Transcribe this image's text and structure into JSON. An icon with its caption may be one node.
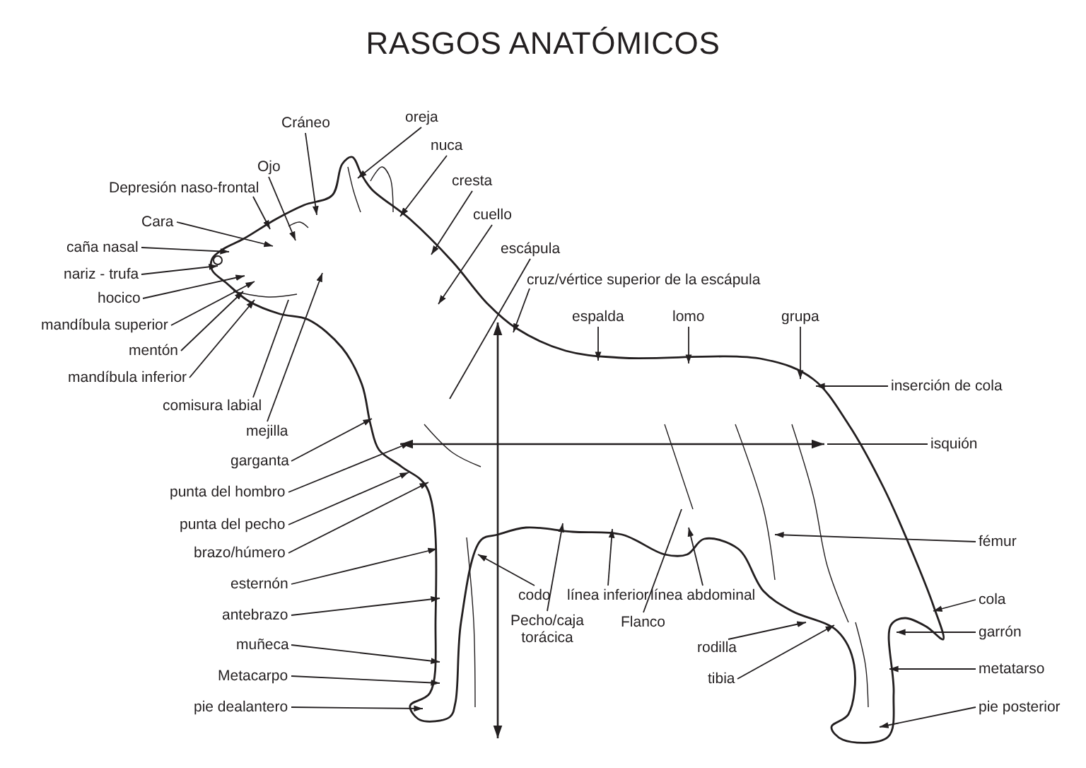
{
  "diagram": {
    "title": "RASGOS ANATÓMICOS",
    "nodes": [
      {
        "text": [
          "Cráneo"
        ]
      },
      {
        "text": [
          "oreja"
        ]
      },
      {
        "text": [
          "Ojo"
        ]
      },
      {
        "text": [
          "nuca"
        ]
      },
      {
        "text": [
          "Depresión naso-frontal"
        ]
      },
      {
        "text": [
          "cresta"
        ]
      },
      {
        "text": [
          "Cara"
        ]
      },
      {
        "text": [
          "cuello"
        ]
      },
      {
        "text": [
          "caña nasal"
        ]
      },
      {
        "text": [
          "escápula"
        ]
      },
      {
        "text": [
          "nariz - trufa"
        ]
      },
      {
        "text": [
          "hocico"
        ]
      },
      {
        "text": [
          "cruz/vértice superior de la escápula"
        ]
      },
      {
        "text": [
          "espalda"
        ]
      },
      {
        "text": [
          "lomo"
        ]
      },
      {
        "text": [
          "grupa"
        ]
      },
      {
        "text": [
          "mandíbula superior"
        ]
      },
      {
        "text": [
          "mentón"
        ]
      },
      {
        "text": [
          "mandíbula inferior"
        ]
      },
      {
        "text": [
          "inserción de cola"
        ]
      },
      {
        "text": [
          "comisura labial"
        ]
      },
      {
        "text": [
          "mejilla"
        ]
      },
      {
        "text": [
          "isquión"
        ]
      },
      {
        "text": [
          "garganta"
        ]
      },
      {
        "text": [
          "punta del hombro"
        ]
      },
      {
        "text": [
          "punta del pecho"
        ]
      },
      {
        "text": [
          "fémur"
        ]
      },
      {
        "text": [
          "brazo/húmero"
        ]
      },
      {
        "text": [
          "esternón"
        ]
      },
      {
        "text": [
          "codo"
        ]
      },
      {
        "text": [
          "línea inferior"
        ]
      },
      {
        "text": [
          "línea abdominal"
        ]
      },
      {
        "text": [
          "cola"
        ]
      },
      {
        "text": [
          "antebrazo"
        ]
      },
      {
        "text": [
          "Pecho/caja torácica"
        ]
      },
      {
        "text": [
          "Flanco"
        ]
      },
      {
        "text": [
          "garrón"
        ]
      },
      {
        "text": [
          "muñeca"
        ]
      },
      {
        "text": [
          "rodilla"
        ]
      },
      {
        "text": [
          "Metacarpo"
        ]
      },
      {
        "text": [
          "metatarso"
        ]
      },
      {
        "text": [
          "tibia"
        ]
      },
      {
        "text": [
          "pie dealantero"
        ]
      },
      {
        "text": [
          "pie posterior"
        ]
      }
    ],
    "edges": [
      {
        "from": 0,
        "to": null,
        "arrow": "to"
      },
      {
        "from": 1,
        "to": null,
        "arrow": "to"
      },
      {
        "from": 2,
        "to": null,
        "arrow": "to"
      },
      {
        "from": 3,
        "to": null,
        "arrow": "to"
      },
      {
        "from": 4,
        "to": null,
        "arrow": "to"
      },
      {
        "from": 5,
        "to": null,
        "arrow": "to"
      },
      {
        "from": 6,
        "to": null,
        "arrow": "to"
      },
      {
        "from": 7,
        "to": null,
        "arrow": "to"
      },
      {
        "from": 8,
        "to": null,
        "arrow": "to"
      },
      {
        "from": 9,
        "to": null,
        "arrow": "none"
      },
      {
        "from": 10,
        "to": null,
        "arrow": "to"
      },
      {
        "from": 11,
        "to": null,
        "arrow": "to"
      },
      {
        "from": 12,
        "to": null,
        "arrow": "to"
      },
      {
        "from": 13,
        "to": null,
        "arrow": "to"
      },
      {
        "from": 14,
        "to": null,
        "arrow": "to"
      },
      {
        "from": 15,
        "to": null,
        "arrow": "to"
      },
      {
        "from": 16,
        "to": null,
        "arrow": "to"
      },
      {
        "from": 17,
        "to": null,
        "arrow": "to"
      },
      {
        "from": 18,
        "to": null,
        "arrow": "to"
      },
      {
        "from": 19,
        "to": null,
        "arrow": "to"
      },
      {
        "from": 20,
        "to": null,
        "arrow": "none"
      },
      {
        "from": 21,
        "to": null,
        "arrow": "to"
      },
      {
        "from": 22,
        "to": null,
        "arrow": "none"
      },
      {
        "from": 23,
        "to": null,
        "arrow": "to"
      },
      {
        "from": 24,
        "to": null,
        "arrow": "to"
      },
      {
        "from": 25,
        "to": null,
        "arrow": "to"
      },
      {
        "from": 26,
        "to": null,
        "arrow": "to"
      },
      {
        "from": 27,
        "to": null,
        "arrow": "to"
      },
      {
        "from": 28,
        "to": null,
        "arrow": "to"
      },
      {
        "from": 29,
        "to": null,
        "arrow": "to"
      },
      {
        "from": 30,
        "to": null,
        "arrow": "to"
      },
      {
        "from": 31,
        "to": null,
        "arrow": "to"
      },
      {
        "from": 32,
        "to": null,
        "arrow": "to"
      },
      {
        "from": 33,
        "to": null,
        "arrow": "to"
      },
      {
        "from": 34,
        "to": null,
        "arrow": "to"
      },
      {
        "from": 35,
        "to": null,
        "arrow": "none"
      },
      {
        "from": 36,
        "to": null,
        "arrow": "to"
      },
      {
        "from": 37,
        "to": null,
        "arrow": "to"
      },
      {
        "from": 38,
        "to": null,
        "arrow": "to"
      },
      {
        "from": 39,
        "to": null,
        "arrow": "to"
      },
      {
        "from": 40,
        "to": null,
        "arrow": "to"
      },
      {
        "from": 41,
        "to": null,
        "arrow": "to"
      },
      {
        "from": 42,
        "to": null,
        "arrow": "to"
      },
      {
        "from": 43,
        "to": null,
        "arrow": "to"
      }
    ]
  }
}
